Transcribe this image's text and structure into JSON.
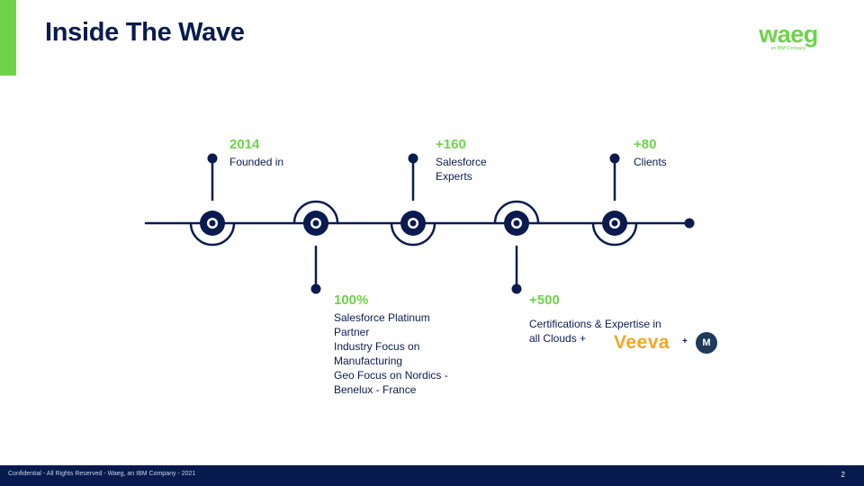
{
  "title": "Inside The Wave",
  "logo": {
    "word": "waeg",
    "sub": "an IBM Company"
  },
  "milestones": [
    {
      "num": "2014",
      "desc": "Founded in"
    },
    {
      "num": "100%",
      "desc": "Salesforce Platinum\nPartner\nIndustry Focus on\nManufacturing\nGeo Focus on Nordics -\nBenelux - France"
    },
    {
      "num": "+160",
      "desc": "Salesforce\nExperts"
    },
    {
      "num": "+500",
      "desc": "Certifications & Expertise in\nall Clouds +"
    },
    {
      "num": "+80",
      "desc": "Clients"
    }
  ],
  "partners": {
    "veeva": "Veeva",
    "plus": "+",
    "mule_letter": "M"
  },
  "footer": {
    "text": "Confidential - All Rights Reserved - Waeg, an IBM Company - 2021",
    "page": "2"
  },
  "colors": {
    "navy": "#0b1b4f",
    "green": "#6ed34a",
    "footer_bg": "#061a4d"
  }
}
